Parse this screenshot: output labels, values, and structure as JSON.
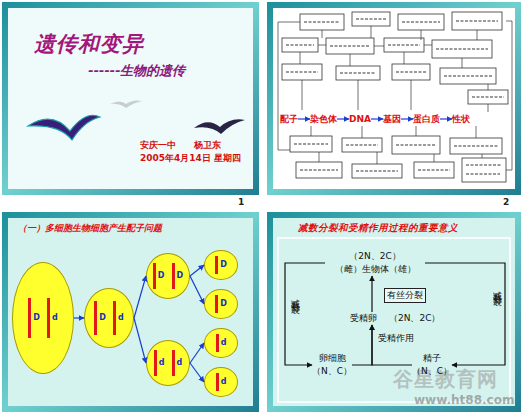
{
  "diagram": {
    "title": "遗传和变异",
    "nodes": [
      {
        "text": [
          "配子"
        ]
      },
      {
        "text": [
          "染色体"
        ]
      },
      {
        "text": [
          "DNA"
        ]
      },
      {
        "text": [
          "基因"
        ]
      },
      {
        "text": [
          "蛋白质"
        ]
      },
      {
        "text": [
          "性状"
        ]
      },
      {
        "text": [
          "D",
          "d"
        ]
      },
      {
        "text": [
          "D",
          "d"
        ]
      },
      {
        "text": [
          "D",
          "D"
        ]
      },
      {
        "text": [
          "d",
          "d"
        ]
      },
      {
        "text": [
          "D"
        ]
      },
      {
        "text": [
          "D"
        ]
      },
      {
        "text": [
          "d"
        ]
      },
      {
        "text": [
          "d"
        ]
      },
      {
        "text": [
          "（2N、2C）",
          "（雌）生物体（雄）"
        ]
      },
      {
        "text": [
          "受精卵",
          "（2N、2C）"
        ]
      },
      {
        "text": [
          "卵细胞",
          "（N、C）"
        ]
      },
      {
        "text": [
          "精子",
          "（N、C）"
        ]
      }
    ],
    "edges": [
      {
        "from": 0,
        "to": 1,
        "arrow": "to"
      },
      {
        "from": 1,
        "to": 2,
        "arrow": "to"
      },
      {
        "from": 2,
        "to": 3,
        "arrow": "to"
      },
      {
        "from": 3,
        "to": 4,
        "arrow": "to"
      },
      {
        "from": 4,
        "to": 5,
        "arrow": "to"
      },
      {
        "from": 6,
        "to": 7,
        "arrow": "to"
      },
      {
        "from": 7,
        "to": 8,
        "arrow": "to"
      },
      {
        "from": 7,
        "to": 9,
        "arrow": "to"
      },
      {
        "from": 8,
        "to": 10,
        "arrow": "to"
      },
      {
        "from": 8,
        "to": 11,
        "arrow": "to"
      },
      {
        "from": 9,
        "to": 12,
        "arrow": "to"
      },
      {
        "from": 9,
        "to": 13,
        "arrow": "to"
      },
      {
        "from": 14,
        "to": 16,
        "label": "减数分裂",
        "arrow": "to"
      },
      {
        "from": 14,
        "to": 17,
        "label": "减数分裂",
        "arrow": "to"
      },
      {
        "from": 16,
        "to": 15,
        "label": "受精作用",
        "arrow": "to"
      },
      {
        "from": 17,
        "to": 15,
        "arrow": "to"
      },
      {
        "from": 15,
        "to": 14,
        "label": "有丝分裂",
        "arrow": "to"
      }
    ],
    "labels": [
      "------生物的遗传",
      "安庆一中　　杨卫东",
      "2005年4月14日 星期四",
      "1",
      "2",
      "（一）多细胞生物细胞产生配子问题",
      "减数分裂和受精作用过程的重要意义",
      "谷星教育网",
      "www.ht88.com"
    ]
  }
}
